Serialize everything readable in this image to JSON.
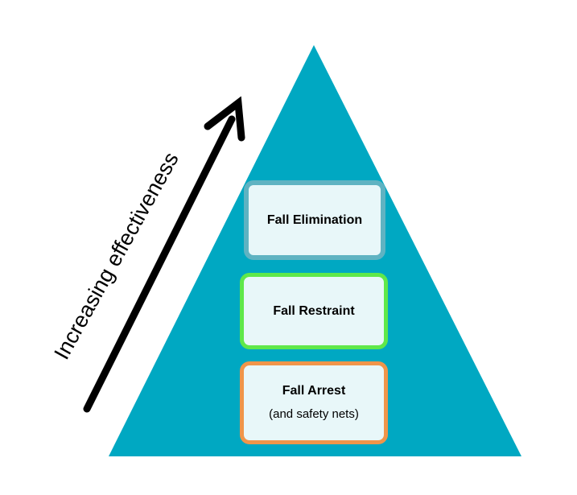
{
  "colors": {
    "pyramid": "#00a8c2",
    "box_fill": "#e8f7f9",
    "elimination_border": "#5fb3c2",
    "restraint_border": "#5fe84a",
    "arrest_border": "#f0954a",
    "arrow": "#000000"
  },
  "axis": {
    "label": "Increasing effectiveness",
    "direction": "up"
  },
  "levels": [
    {
      "title": "Fall Elimination"
    },
    {
      "title": "Fall Restraint"
    },
    {
      "title": "Fall Arrest",
      "subtitle": "(and safety nets)"
    }
  ]
}
